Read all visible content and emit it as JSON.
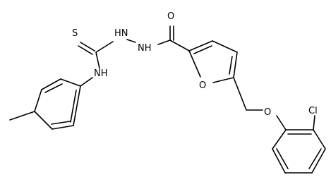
{
  "atom_labels": {
    "sulfur": "S",
    "thioamide_nh_upper": "HN",
    "hydrazide_nh": "NH",
    "aryl_nh": "NH",
    "carbonyl_oxygen": "O",
    "furan_oxygen": "O",
    "ether_oxygen": "O",
    "chlorine": "Cl"
  }
}
